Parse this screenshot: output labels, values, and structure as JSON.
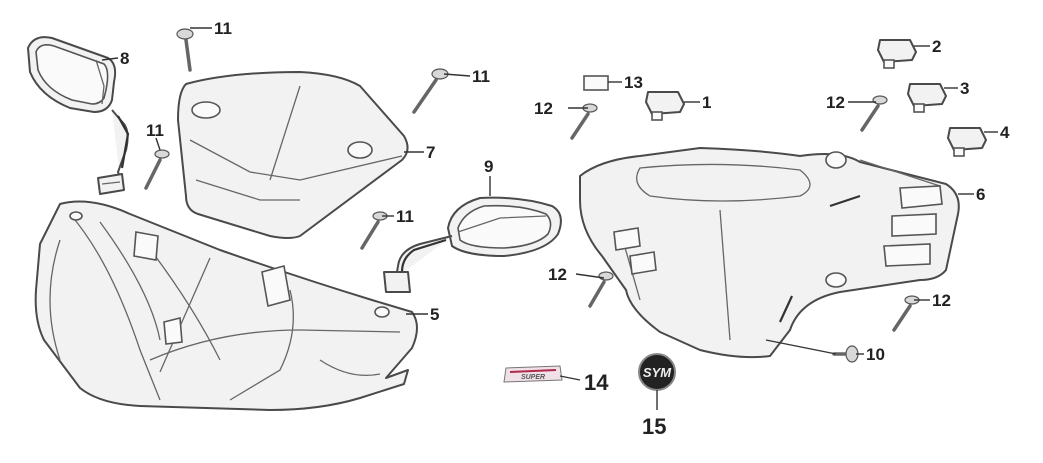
{
  "callouts": {
    "c1": "1",
    "c2": "2",
    "c3": "3",
    "c4": "4",
    "c5": "5",
    "c6": "6",
    "c7": "7",
    "c8": "8",
    "c9": "9",
    "c10": "10",
    "c11a": "11",
    "c11b": "11",
    "c11c": "11",
    "c11d": "11",
    "c12a": "12",
    "c12b": "12",
    "c12c": "12",
    "c12d": "12",
    "c13": "13",
    "c14": "14",
    "c15": "15"
  },
  "emblem": {
    "text": "SYM"
  },
  "badge": {
    "text": "SUPER"
  },
  "colors": {
    "line": "#4a4a4a",
    "fill": "#f2f2f2",
    "emblem": "#222222",
    "badge_accent": "#b0284c"
  }
}
